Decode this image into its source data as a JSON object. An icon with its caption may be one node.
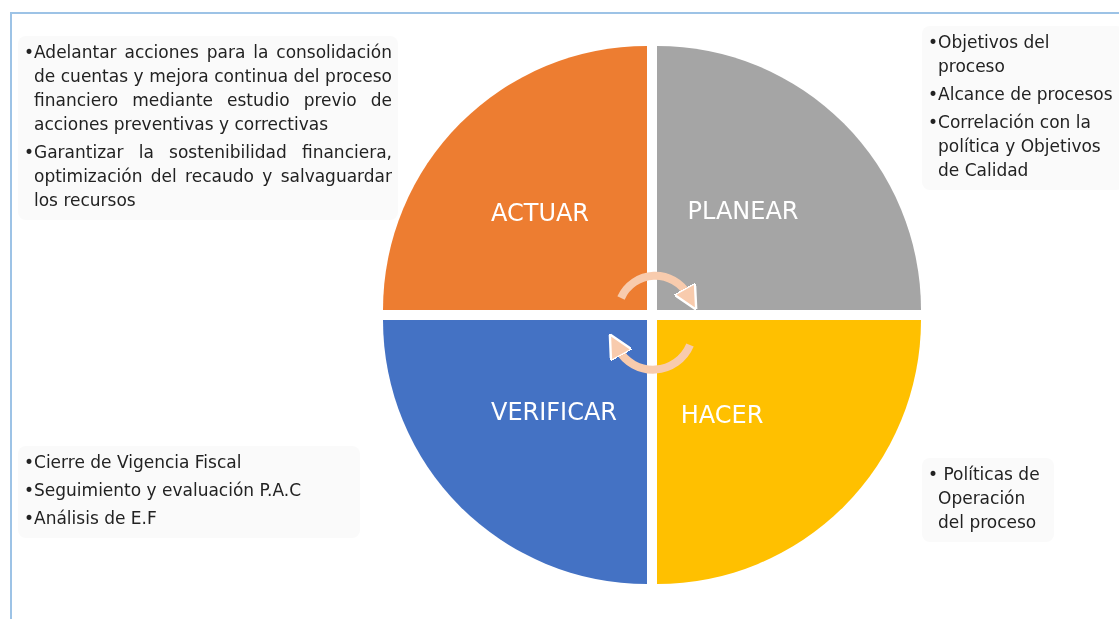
{
  "diagram": {
    "nodes": [
      {
        "text": [
          "ACTUAR"
        ]
      },
      {
        "text": [
          "PLANEAR"
        ]
      },
      {
        "text": [
          "VERIFICAR"
        ]
      },
      {
        "text": [
          "HACER"
        ]
      }
    ],
    "edges": [
      {
        "from": 0,
        "to": 1,
        "arrow": "to"
      },
      {
        "from": 3,
        "to": 2,
        "arrow": "to"
      }
    ],
    "labels": [
      "•Adelantar acciones para la consolidación de cuentas y mejora continua del proceso financiero mediante estudio previo de acciones preventivas y correctivas",
      "•Garantizar la sostenibilidad financiera, optimización del recaudo y salvaguardar los recursos",
      "•Objetivos del proceso",
      "•Alcance de procesos",
      "•Correlación con la política y Objetivos de Calidad",
      "•Cierre de Vigencia Fiscal",
      "•Seguimiento y evaluación P.A.C",
      "•Análisis de E.F",
      "• Políticas de Operación del proceso"
    ]
  }
}
